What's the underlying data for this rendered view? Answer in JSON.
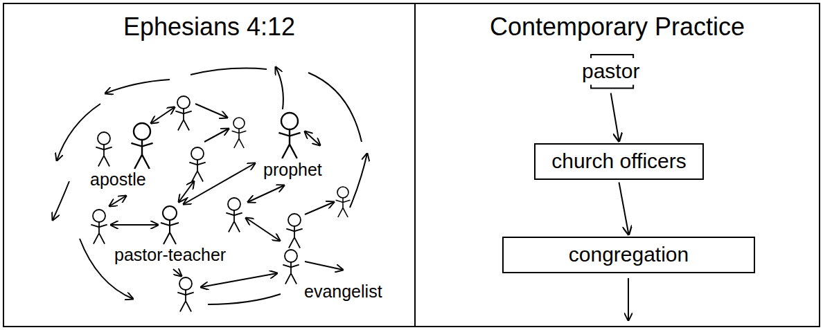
{
  "diagram": {
    "nodes": [
      {
        "text": [
          "Ephesians 4:12"
        ]
      },
      {
        "text": [
          "Contemporary Practice"
        ]
      },
      {
        "text": [
          "pastor"
        ],
        "in": 1
      },
      {
        "text": [
          "church officers"
        ],
        "in": 1
      },
      {
        "text": [
          "congregation"
        ],
        "in": 1
      }
    ],
    "edges": [
      {
        "from": 2,
        "to": 3,
        "arrow": "to"
      },
      {
        "from": 3,
        "to": 4,
        "arrow": "to"
      }
    ],
    "labels": [
      "apostle",
      "prophet",
      "pastor-teacher",
      "evangelist"
    ]
  }
}
